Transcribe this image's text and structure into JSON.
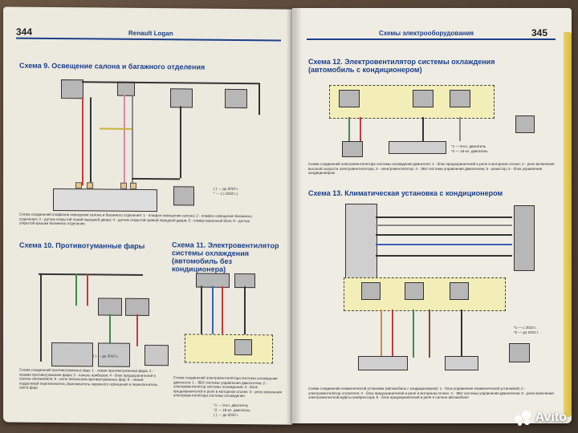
{
  "left_page": {
    "page_number": "344",
    "book_name": "Renault Logan",
    "scheme9": {
      "title": "Схема 9. Освещение салона и багажного отделения",
      "caption": "Схема соединений плафонов освещения салона и багажного отделения: 1 - плафон освещения салона; 2 - плафон освещения багажного отделения; 3 - датчик открытой левой передней двери; 4 - датчик открытой правой передней двери; 5 - коммутационный блок; 6 - датчик открытой крышки багажного отделения",
      "note": "( ) — до 2010 г.\n* — ( с 2010 г.)"
    },
    "scheme10": {
      "title": "Схема 10. Противотуманные фары",
      "caption": "Схема соединений противотуманных фар: 1 - левая противотуманная фара; 2 - правая противотуманная фара; 3 - панель приборов; 4 - блок предохранителей в салоне автомобиля; 5 - реле включения противотуманных фар; 6 - левый подрулевой переключатель (выключатель наружного освещения и переключатель света фар)",
      "note": "( ) — до 2010 г."
    },
    "scheme11": {
      "title": "Схема 11. Электровентилятор системы охлаждения (автомобиль без кондиционера)",
      "caption": "Схема соединений электровентилятора системы охлаждения двигателя: 1 - ЭБУ системы управления двигателем; 2 - электровентилятор системы охлаждения; 3 - блок предохранителей и реле в моторном отсеке; 4 - реле включения электровентилятора системы охлаждения",
      "note": "*1 — 8-кл. двигатель\n*2 — 16-кл. двигатель\n( ) — до 2010 г."
    }
  },
  "right_page": {
    "section_title": "Схемы электрооборудования",
    "page_number": "345",
    "scheme12": {
      "title": "Схема 12. Электровентилятор системы охлаждения (автомобиль с кондиционером)",
      "caption": "Схема соединений электровентилятора системы охлаждения двигателя: 1 - блок предохранителей и реле в моторном отсеке; 2 - реле включения высокой скорости электровентилятора; 3 - электровентилятор; 4 - ЭБУ системы управления двигателем; 5 - резистор; 6 - блок управления кондиционером",
      "note": "*1 — 8-кл. двигатель\n*2 — 16-кл. двигатель"
    },
    "scheme13": {
      "title": "Схема 13. Климатическая установка с кондиционером",
      "caption": "Схема соединений климатической установки (автомобиль с кондиционером): 1 - блок управления климатической установкой; 2 - электровентилятор отопителя; 3 - блок предохранителей и реле в моторном отсеке; 4 - ЭБУ системы управления двигателем; 5 - реле включения электромагнитной муфты компрессора; 6 - блок предохранителей и реле в салоне автомобиля",
      "note": "*1 — с 2010 г.\n*2 — до 2010 г."
    }
  },
  "watermark": {
    "text": "Avito"
  },
  "colors": {
    "heading_blue": "#1a3f8a",
    "paper": "#ece9df",
    "highlight_yellow": "#f3eeb8"
  }
}
